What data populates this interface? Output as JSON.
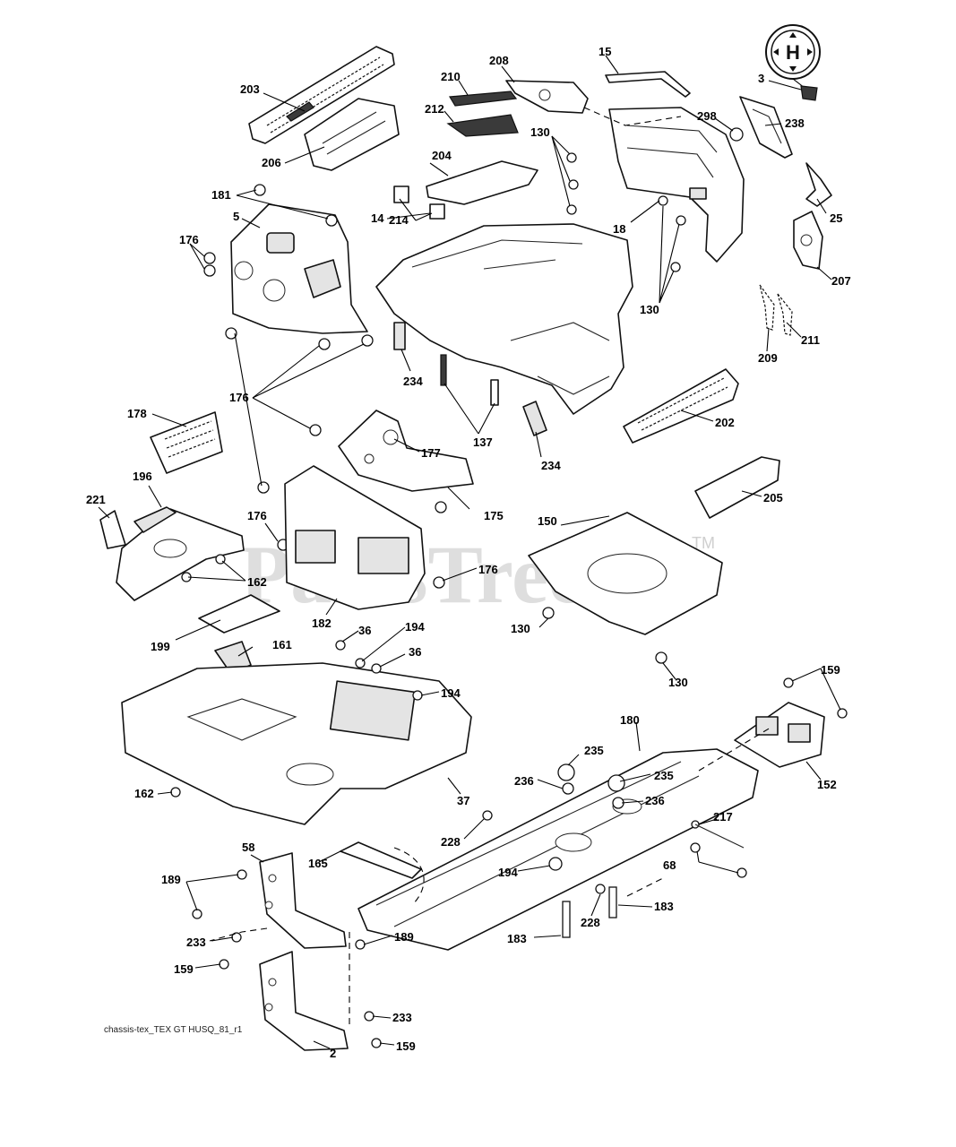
{
  "watermark": {
    "text": "PartsTree",
    "trademark": "TM"
  },
  "caption": "chassis-tex_TEX GT HUSQ_81_r1",
  "logo": {
    "letter": "H"
  },
  "callouts": {
    "c203": "203",
    "c210": "210",
    "c208": "208",
    "c15": "15",
    "c3": "3",
    "c212": "212",
    "c298": "298",
    "c238": "238",
    "c130a": "130",
    "c206": "206",
    "c204": "204",
    "c181": "181",
    "c214": "214",
    "c5": "5",
    "c18": "18",
    "c14": "14",
    "c25": "25",
    "c176a": "176",
    "c207": "207",
    "c130b": "130",
    "c211": "211",
    "c209": "209",
    "c234a": "234",
    "c178": "178",
    "c176b": "176",
    "c177": "177",
    "c137": "137",
    "c234b": "234",
    "c202": "202",
    "c196": "196",
    "c221": "221",
    "c176c": "176",
    "c175": "175",
    "c205": "205",
    "c150": "150",
    "c176d": "176",
    "c162a": "162",
    "c182": "182",
    "c130c": "130",
    "c199": "199",
    "c36a": "36",
    "c194a": "194",
    "c161": "161",
    "c36b": "36",
    "c130d": "130",
    "c194b": "194",
    "c159a": "159",
    "c180": "180",
    "c235a": "235",
    "c236a": "236",
    "c235b": "235",
    "c152": "152",
    "c162b": "162",
    "c37": "37",
    "c236b": "236",
    "c217": "217",
    "c228a": "228",
    "c58": "58",
    "c165": "165",
    "c194c": "194",
    "c68": "68",
    "c189a": "189",
    "c228b": "228",
    "c183a": "183",
    "c189b": "189",
    "c233a": "233",
    "c183b": "183",
    "c159b": "159",
    "c233b": "233",
    "c159c": "159",
    "c2": "2"
  }
}
